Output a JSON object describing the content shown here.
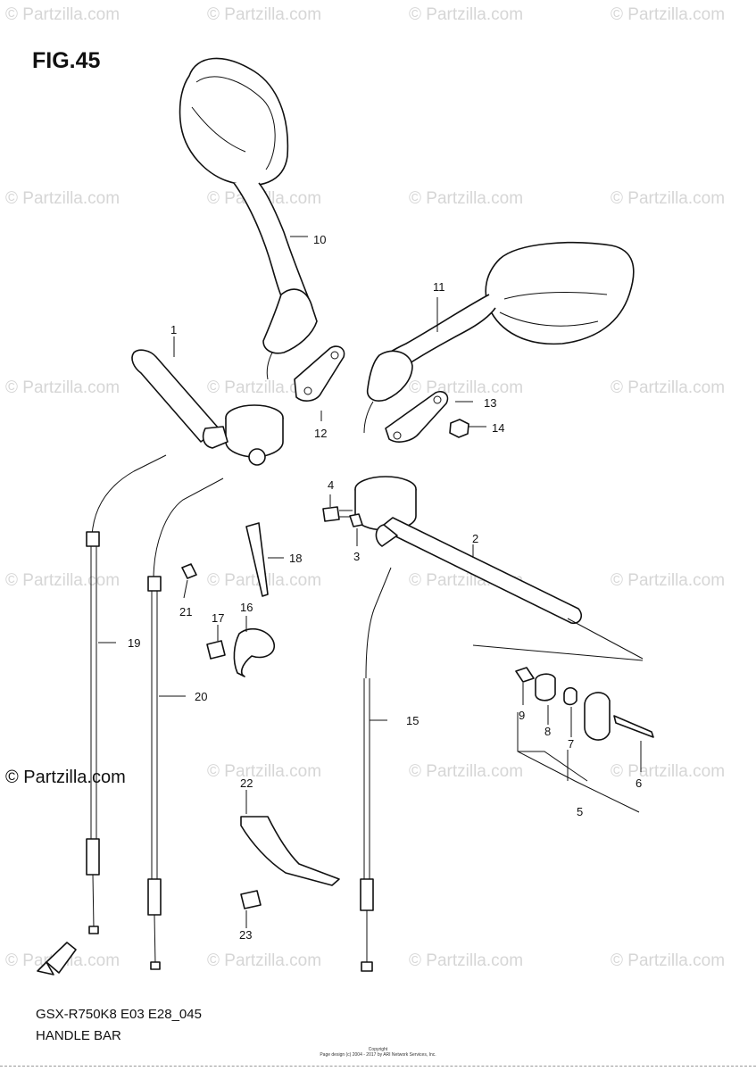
{
  "figure": {
    "title": "FIG.45",
    "model_code": "GSX-R750K8 E03 E28_045",
    "name": "HANDLE BAR",
    "copyright_line1": "Copyright",
    "copyright_line2": "Page design (c) 2004 - 2017 by ARI Network Services, Inc."
  },
  "watermark": {
    "text": "© Partzilla.com",
    "strong_text": "© Partzilla.com"
  },
  "callouts": [
    "1",
    "2",
    "3",
    "4",
    "5",
    "6",
    "7",
    "8",
    "9",
    "10",
    "11",
    "12",
    "13",
    "14",
    "15",
    "16",
    "17",
    "18",
    "19",
    "20",
    "21",
    "22",
    "23"
  ],
  "parts_colors": {
    "line": "#111111",
    "watermark": "#d6d6d6"
  },
  "icons": [
    "fwd-arrow-icon"
  ]
}
